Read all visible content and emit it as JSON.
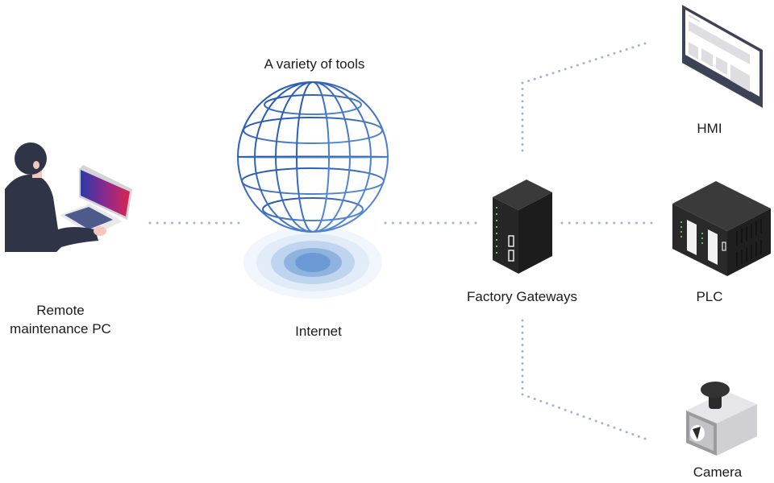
{
  "diagram": {
    "nodes": {
      "pc": {
        "label_line1": "Remote",
        "label_line2": "maintenance PC",
        "icon": "person-laptop-icon"
      },
      "internet": {
        "label": "Internet",
        "top_label": "A variety of tools",
        "icon": "globe-icon"
      },
      "gateway": {
        "label": "Factory Gateways",
        "icon": "server-tower-icon"
      },
      "hmi": {
        "label": "HMI",
        "icon": "tablet-screen-icon"
      },
      "plc": {
        "label": "PLC",
        "icon": "plc-cabinet-icon"
      },
      "camera": {
        "label": "Camera",
        "icon": "industrial-camera-icon"
      }
    },
    "connections": [
      {
        "from": "pc",
        "to": "internet"
      },
      {
        "from": "internet",
        "to": "gateway"
      },
      {
        "from": "gateway",
        "to": "hmi"
      },
      {
        "from": "gateway",
        "to": "plc"
      },
      {
        "from": "gateway",
        "to": "camera"
      }
    ],
    "colors": {
      "connector": "#9fb3dc",
      "globe": "#2a5db0",
      "device_dark": "#2b2b2b",
      "person_dark": "#2f3447"
    }
  }
}
